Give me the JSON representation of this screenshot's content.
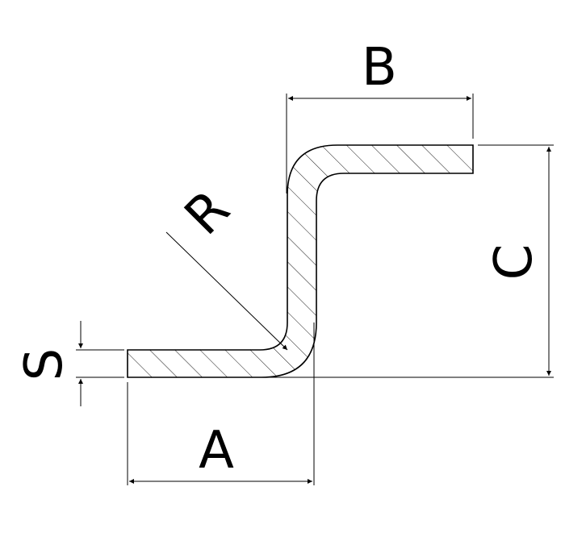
{
  "labels": {
    "A": "A",
    "B": "B",
    "C": "C",
    "R": "R",
    "S": "S"
  },
  "colors": {
    "line": "#000000",
    "background": "#ffffff"
  }
}
